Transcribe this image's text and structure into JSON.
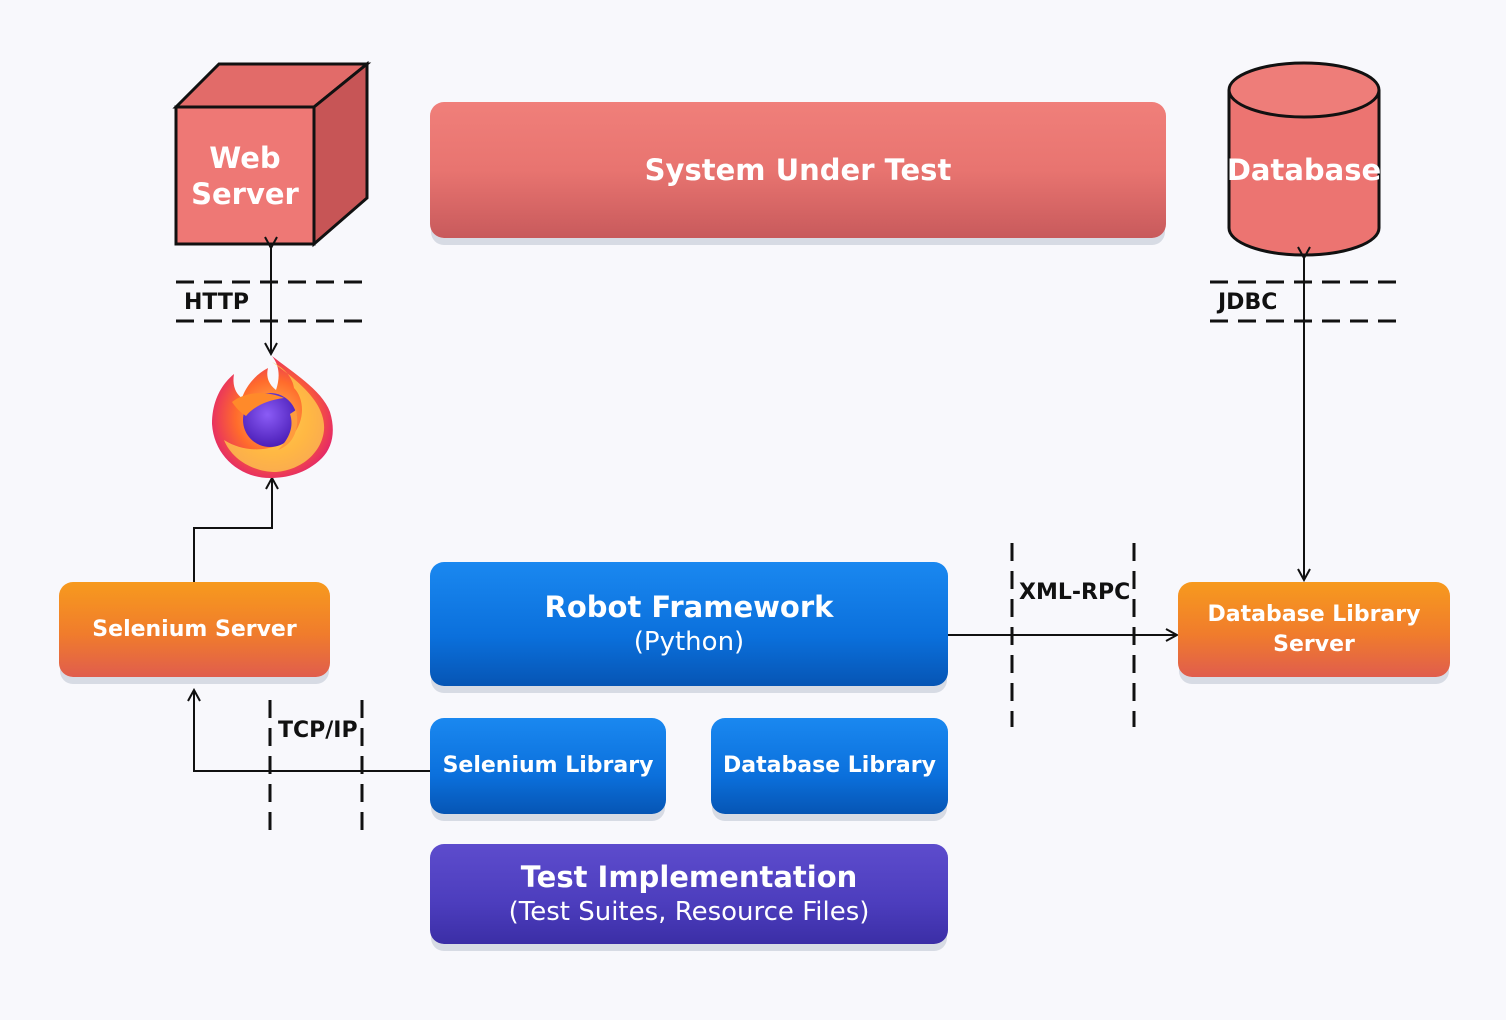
{
  "system_under_test": {
    "label": "System Under Test"
  },
  "web_server": {
    "line1": "Web",
    "line2": "Server"
  },
  "database": {
    "label": "Database"
  },
  "protocols": {
    "http": "HTTP",
    "jdbc": "JDBC",
    "xml_rpc": "XML-RPC",
    "tcp_ip": "TCP/IP"
  },
  "selenium_server": {
    "label": "Selenium Server"
  },
  "robot_framework": {
    "line1": "Robot Framework",
    "line2": "(Python)"
  },
  "database_library_server": {
    "line1": "Database Library",
    "line2": "Server"
  },
  "selenium_library": {
    "label": "Selenium Library"
  },
  "database_library": {
    "label": "Database Library"
  },
  "test_implementation": {
    "line1": "Test Implementation",
    "line2": "(Test Suites, Resource Files)"
  },
  "browser": {
    "icon": "firefox-icon"
  },
  "colors": {
    "system_red": "#e87470",
    "framework_blue": "#0b70dc",
    "server_orange": "#f07c2c",
    "implementation_purple": "#4c3dbd",
    "background": "#f8f8fc"
  }
}
